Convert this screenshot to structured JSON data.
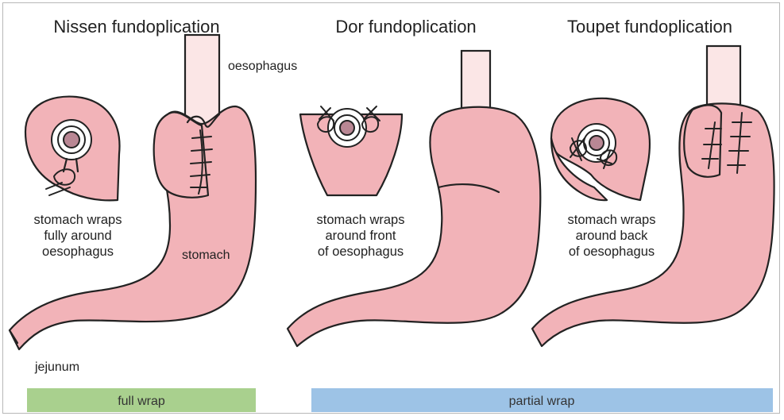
{
  "titles": {
    "nissen": "Nissen fundoplication",
    "dor": "Dor fundoplication",
    "toupet": "Toupet fundoplication"
  },
  "labels": {
    "oesophagus": "oesophagus",
    "stomach": "stomach",
    "jejunum": "jejunum"
  },
  "captions": {
    "nissen": [
      "stomach wraps",
      "fully around",
      "oesophagus"
    ],
    "dor": [
      "stomach wraps",
      "around front",
      "of oesophagus"
    ],
    "toupet": [
      "stomach wraps",
      "around back",
      "of oesophagus"
    ]
  },
  "bars": {
    "full": {
      "label": "full wrap",
      "color": "#a9d08e"
    },
    "partial": {
      "label": "partial wrap",
      "color": "#9dc3e6"
    }
  },
  "colors": {
    "tissue": "#f2b3b8",
    "esophagus": "#fbe6e6",
    "lumen": "#b98794"
  }
}
